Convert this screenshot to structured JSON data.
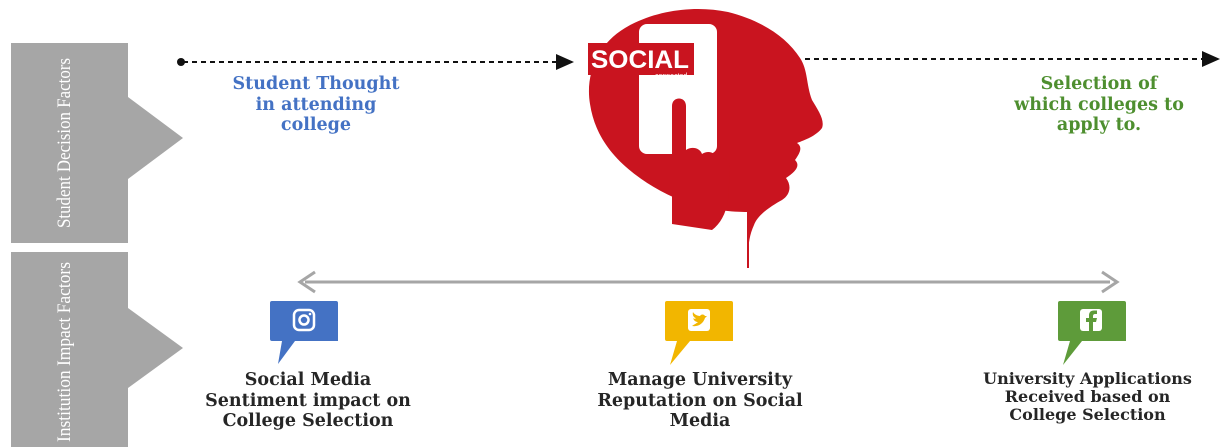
{
  "side_labels": {
    "student": "Student Decision Factors",
    "institution": "Institution Impact Factors"
  },
  "top_flow": {
    "start_text": "Student Thought\nin attending\ncollege",
    "end_text": "Selection of\nwhich colleges to\napply to."
  },
  "head_graphic": {
    "word": "SOCIAL",
    "subword": "connected"
  },
  "factors": [
    {
      "icon": "instagram-icon",
      "color": "#4472c4",
      "text": "Social Media\nSentiment impact on\nCollege Selection"
    },
    {
      "icon": "twitter-icon",
      "color": "#f2b600",
      "text": "Manage University\nReputation on Social\nMedia"
    },
    {
      "icon": "facebook-icon",
      "color": "#5e9b3a",
      "text": "University Applications\nReceived based on\nCollege Selection"
    }
  ],
  "colors": {
    "side_box": "#a6a6a6",
    "head_red": "#c9141f",
    "arrow_gray": "#a6a6a6",
    "student_blue": "#4472c4",
    "selection_green": "#4e8f2f"
  }
}
